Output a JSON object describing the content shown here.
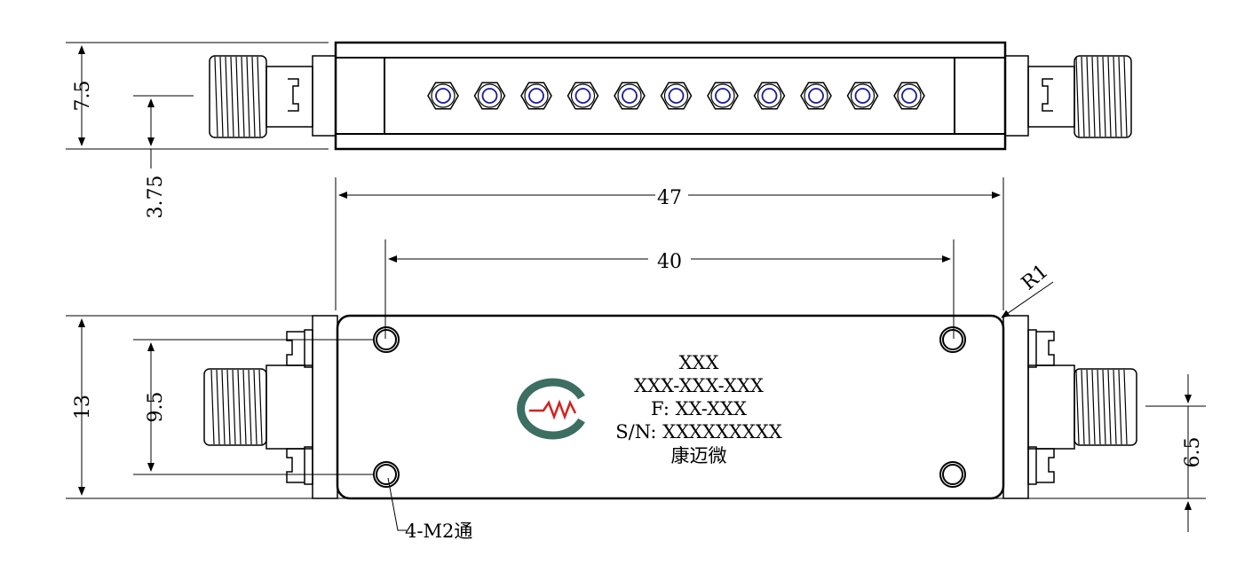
{
  "dimensions": {
    "top_height": "7.5",
    "top_center": "3.75",
    "overall_length": "47",
    "hole_spacing": "40",
    "body_height": "13",
    "hole_pitch": "9.5",
    "connector_offset": "6.5",
    "corner_radius": "R1",
    "mount_holes": "4-M2通"
  },
  "label": {
    "line1": "XXX",
    "line2": "XXX-XXX-XXX",
    "line3": "F: XX-XXX",
    "line4": "S/N: XXXXXXXXX",
    "line5": "康迈微"
  },
  "top_view": {
    "tuning_screws": 11
  },
  "colors": {
    "line": "#000000",
    "screw": "#1a1aa0",
    "logo_arc": "#3c6e62",
    "logo_mw": "#d42020"
  },
  "icons": [
    "company-logo-icon"
  ]
}
